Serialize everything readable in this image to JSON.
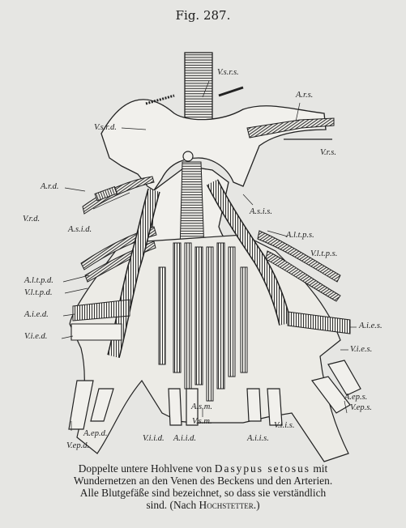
{
  "figure": {
    "number_label": "Fig. 287."
  },
  "labels": {
    "vsrs": "V.s.r.s.",
    "ars": "A.r.s.",
    "vsrd": "V.s.r.d.",
    "vrs": "V.r.s.",
    "ard": "A.r.d.",
    "vrd": "V.r.d.",
    "asis": "A.s.i.s.",
    "asid": "A.s.i.d.",
    "altps": "A.l.t.p.s.",
    "vltps": "V.l.t.p.s.",
    "altpd": "A.l.t.p.d.",
    "vltpd": "V.l.t.p.d.",
    "aied_left": "A.i.e.d.",
    "vied": "V.i.e.d.",
    "aies": "A.i.e.s.",
    "vies": "V.i.e.s.",
    "asm": "A.s.m.",
    "vsm": "V.s.m.",
    "aeps": "A.ep.s.",
    "veps": "V.ep.s.",
    "aepd": "A.ep.d.",
    "vepd": "V.ep.d.",
    "viid": "V.i.i.d.",
    "aiid": "A.i.i.d.",
    "viis": "V.i.i.s.",
    "aiis": "A.i.i.s."
  },
  "caption": {
    "line1_a": "Doppelte untere Hohlvene von ",
    "line1_b": "Dasypus setosus",
    "line1_c": " mit",
    "line2": "Wundernetzen an den Venen des Beckens und den Arterien.",
    "line3": "Alle Blutgefäße sind bezeichnet, so dass sie verständlich",
    "line4_a": "sind.  (Nach ",
    "line4_b": "Hochstetter",
    "line4_c": ".)"
  }
}
